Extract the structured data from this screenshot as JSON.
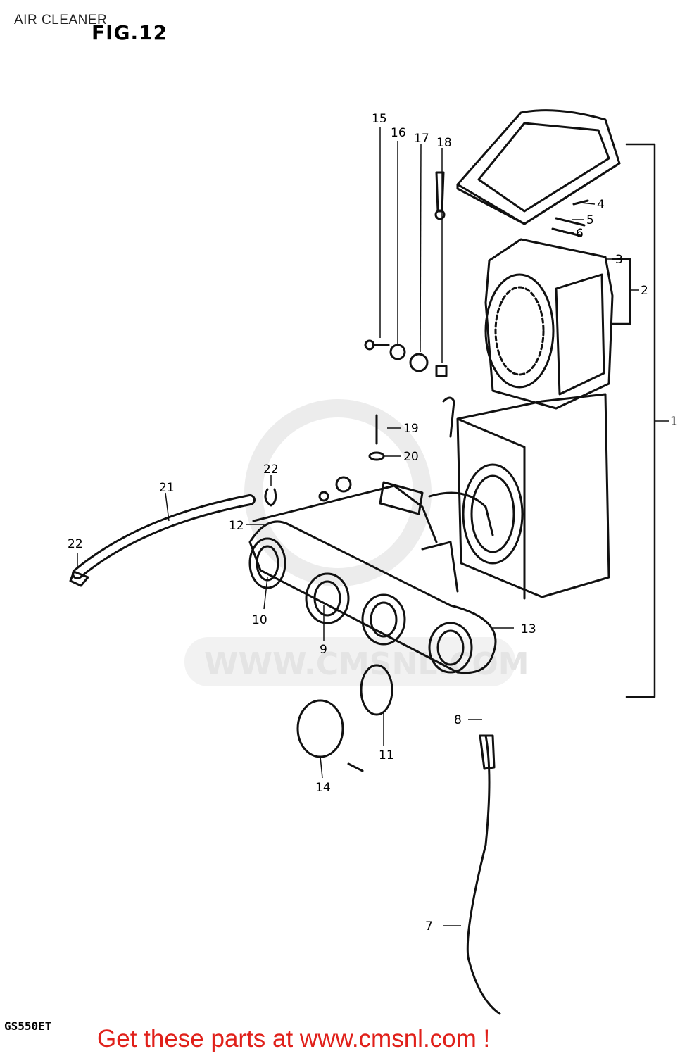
{
  "header": {
    "title": "AIR CLEANER",
    "figure": "FIG.12"
  },
  "diagram": {
    "model_code": "GS550ET",
    "watermark": "WWW.CMSNL.COM",
    "callouts": [
      "1",
      "2",
      "3",
      "4",
      "5",
      "6",
      "7",
      "8",
      "9",
      "10",
      "11",
      "12",
      "13",
      "14",
      "15",
      "16",
      "17",
      "18",
      "19",
      "20",
      "21",
      "22",
      "22"
    ]
  },
  "footer": {
    "cta": "Get these parts at www.cmsnl.com !"
  }
}
